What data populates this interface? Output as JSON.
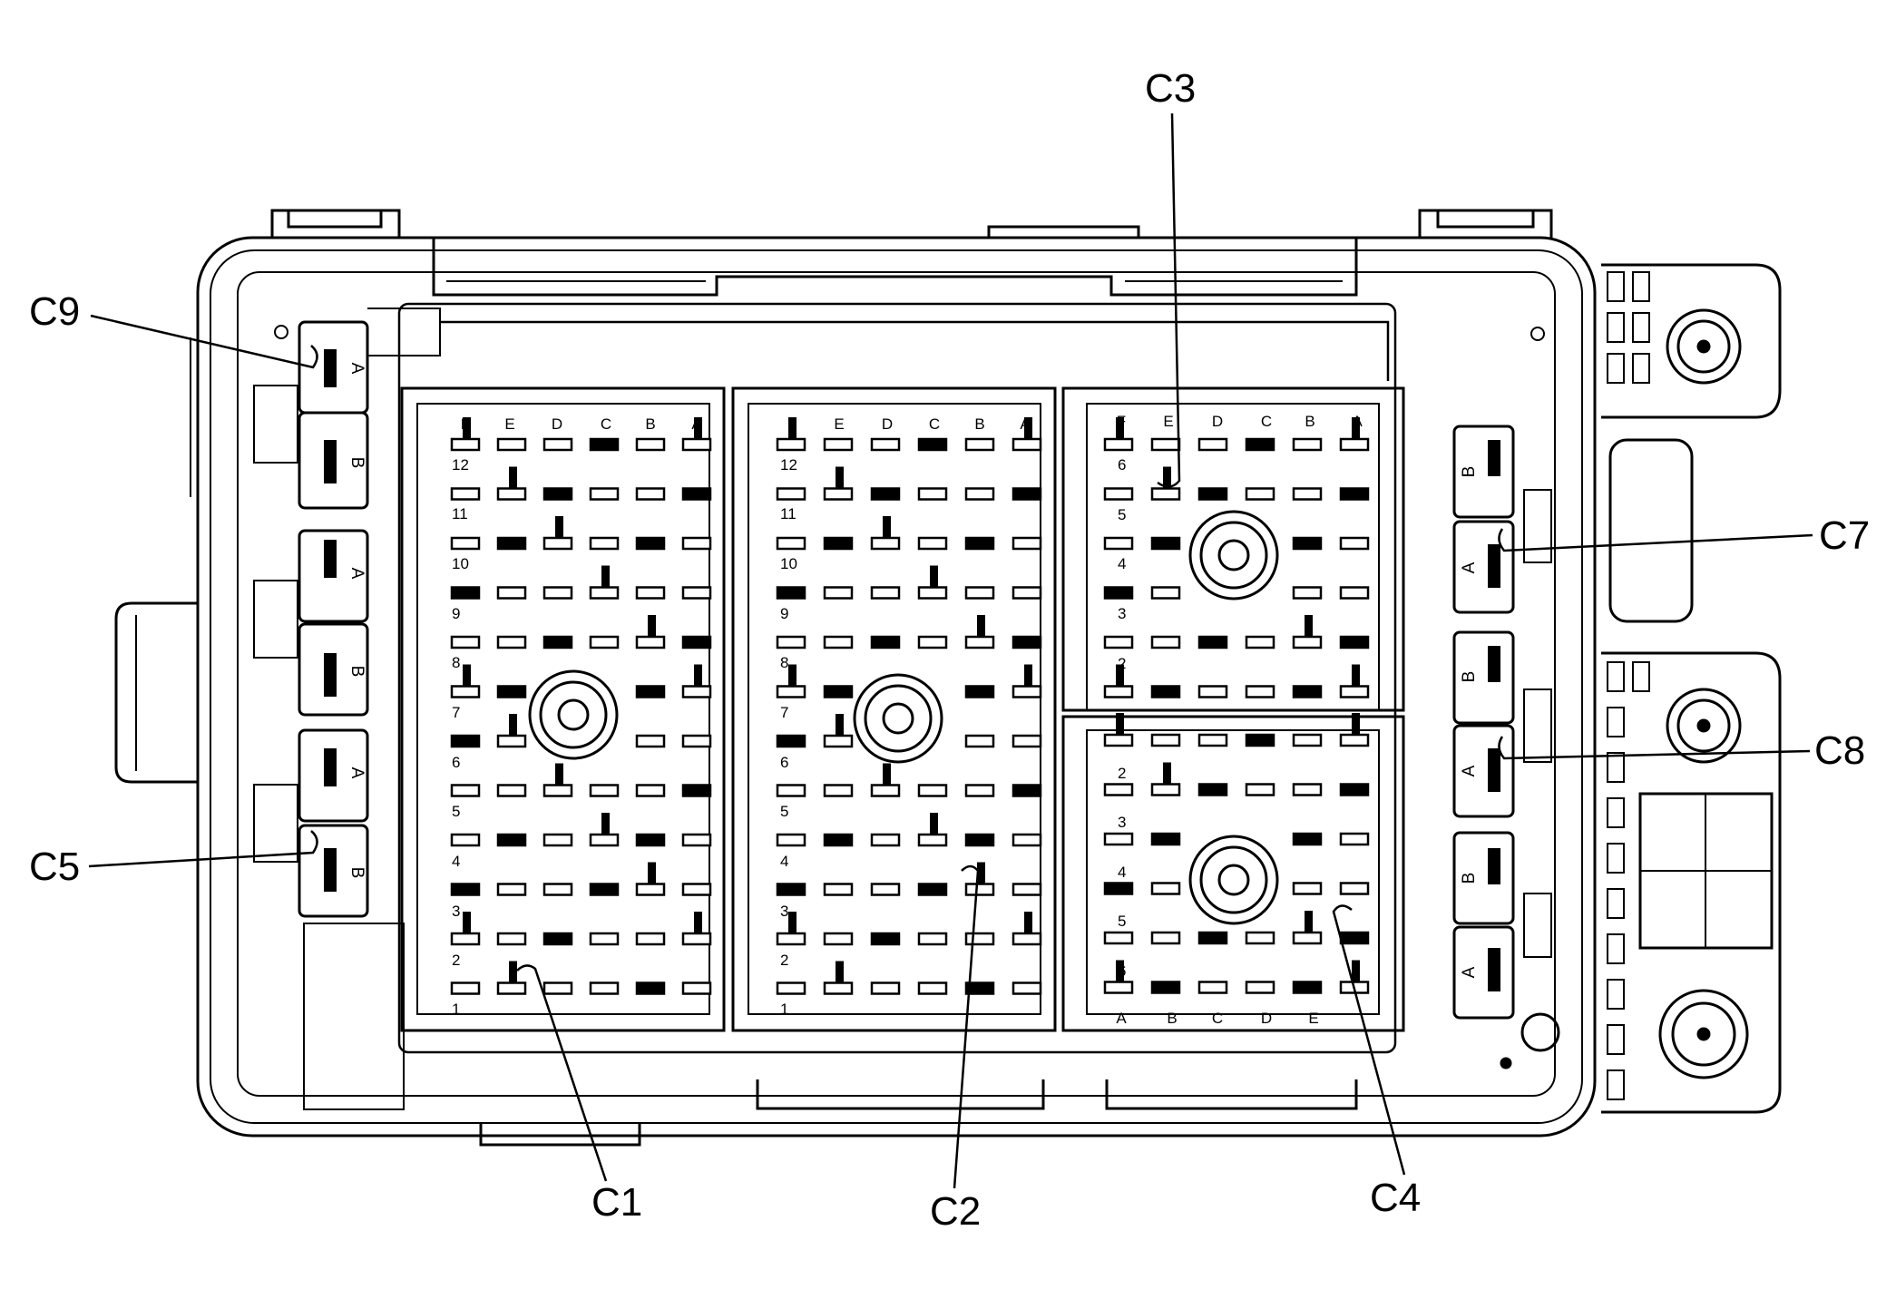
{
  "callouts": {
    "c1": "C1",
    "c2": "C2",
    "c3": "C3",
    "c4": "C4",
    "c5": "C5",
    "c7": "C7",
    "c8": "C8",
    "c9": "C9"
  },
  "sub_connectors": {
    "a": "A",
    "b": "B"
  },
  "big_connectors": {
    "columns": [
      "F",
      "E",
      "D",
      "C",
      "B",
      "A"
    ],
    "rows": [
      "12",
      "11",
      "10",
      "9",
      "8",
      "7",
      "6",
      "5",
      "4",
      "3",
      "2",
      "1"
    ]
  },
  "c3_connector": {
    "columns": [
      "F",
      "E",
      "D",
      "C",
      "B",
      "A"
    ],
    "rows": [
      "6",
      "5",
      "4",
      "3",
      "2"
    ]
  },
  "c4_connector": {
    "rows": [
      "2",
      "3",
      "4",
      "5",
      "6"
    ],
    "columns": [
      "A",
      "B",
      "C",
      "D",
      "E"
    ]
  }
}
